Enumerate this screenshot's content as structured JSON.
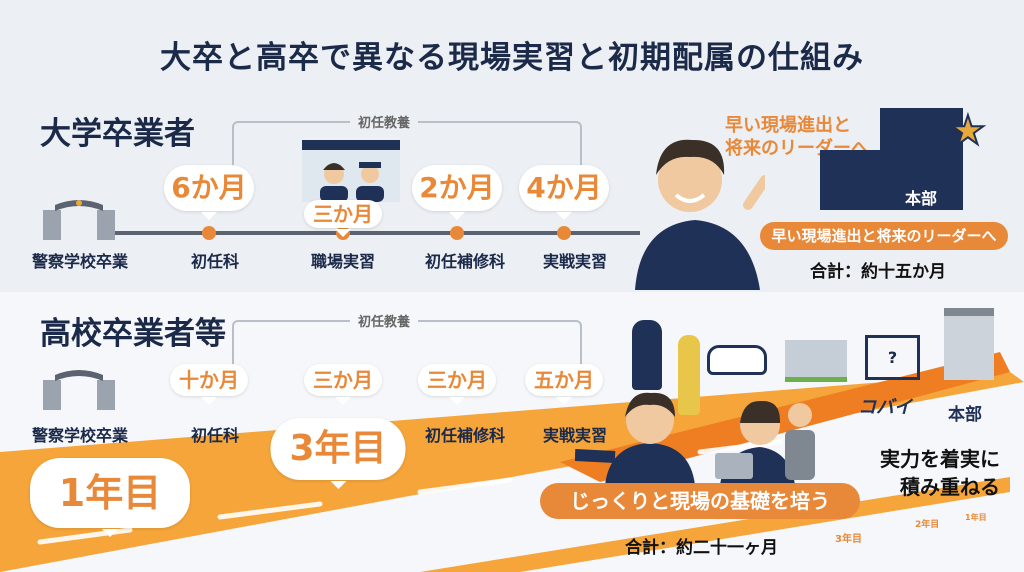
{
  "title": "大卒と高卒で異なる現場実習と初期配属の仕組み",
  "university": {
    "heading": "大学卒業者",
    "bracket_label": "初任教養",
    "steps": [
      {
        "label": "警察学校卒業",
        "duration": ""
      },
      {
        "label": "初任科",
        "duration": "6か月"
      },
      {
        "label": "職場実習",
        "duration": "三か月"
      },
      {
        "label": "初任補修科",
        "duration": "2か月"
      },
      {
        "label": "実戦実習",
        "duration": "4か月"
      }
    ],
    "callout": "早い現場進出と将来のリーダーへ",
    "callout_line1": "早い現場進出と",
    "callout_line2": "将来のリーダーへ",
    "building_label": "本部",
    "pill": "早い現場進出と将来のリーダーへ",
    "total": "合計：約十五か月"
  },
  "highschool": {
    "heading": "高校卒業者等",
    "bracket_label": "初任教養",
    "steps": [
      {
        "label": "警察学校卒業",
        "duration": ""
      },
      {
        "label": "初任科",
        "duration": "十か月"
      },
      {
        "label": "",
        "duration": "三か月"
      },
      {
        "label": "初任補修科",
        "duration": "三か月"
      },
      {
        "label": "実戦実習",
        "duration": "五か月"
      }
    ],
    "year3": "3年目",
    "year1": "1年目",
    "koban": "コバイ",
    "building_label": "本部",
    "slogan_line1": "実力を着実に",
    "slogan_line2": "積み重ねる",
    "pill": "じっくりと現場の基礎を培う",
    "total": "合計：約二十一ヶ月",
    "mini_road": [
      "3年目",
      "2年目",
      "1年目"
    ]
  },
  "colors": {
    "navy": "#1f3157",
    "orange": "#e8893a",
    "road": "#f29a2e"
  }
}
